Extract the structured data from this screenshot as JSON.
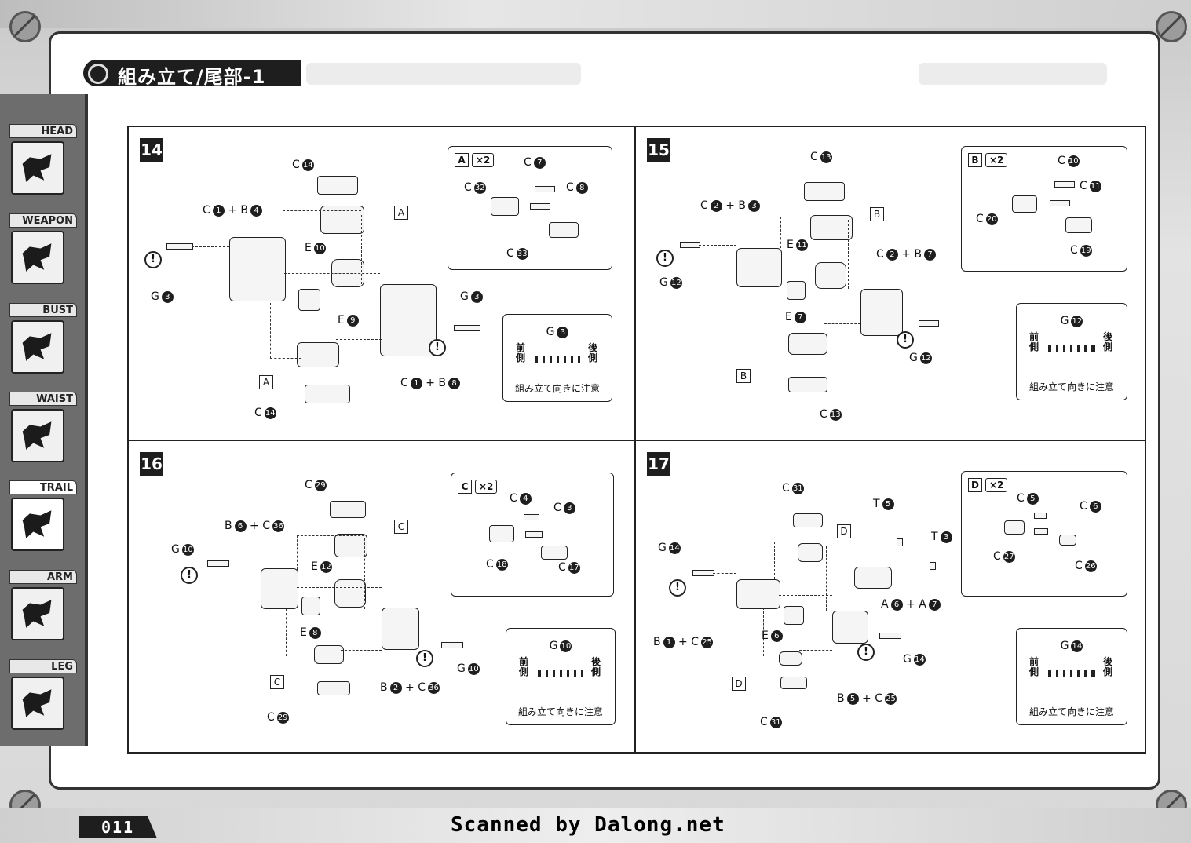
{
  "header": {
    "title": "組み立て/尾部-1"
  },
  "sidebar": {
    "tabs": [
      {
        "label": "HEAD"
      },
      {
        "label": "WEAPON"
      },
      {
        "label": "BUST"
      },
      {
        "label": "WAIST"
      },
      {
        "label": "TRAIL"
      },
      {
        "label": "ARM"
      },
      {
        "label": "LEG"
      }
    ],
    "active": "TRAIL"
  },
  "steps": [
    {
      "number": "14",
      "callouts": [
        {
          "letter": "C",
          "num": "14"
        },
        {
          "letter": "C",
          "num": "1",
          "plus_letter": "B",
          "plus_num": "4"
        },
        {
          "letter": "E",
          "num": "10"
        },
        {
          "letter": "G",
          "num": "3"
        },
        {
          "letter": "E",
          "num": "9"
        },
        {
          "letter": "G",
          "num": "3"
        },
        {
          "letter": "C",
          "num": "1",
          "plus_letter": "B",
          "plus_num": "8"
        },
        {
          "letter": "C",
          "num": "14"
        }
      ],
      "tags": [
        "A",
        "A"
      ],
      "subassembly": {
        "letter": "A",
        "mult": "×2",
        "callouts": [
          {
            "letter": "C",
            "num": "7"
          },
          {
            "letter": "C",
            "num": "32"
          },
          {
            "letter": "C",
            "num": "8"
          },
          {
            "letter": "C",
            "num": "33"
          }
        ]
      },
      "note": {
        "gid_letter": "G",
        "gid_num": "3",
        "front": "前側",
        "back": "後側",
        "caption": "組み立て向きに注意"
      }
    },
    {
      "number": "15",
      "callouts": [
        {
          "letter": "C",
          "num": "13"
        },
        {
          "letter": "C",
          "num": "2",
          "plus_letter": "B",
          "plus_num": "3"
        },
        {
          "letter": "E",
          "num": "11"
        },
        {
          "letter": "C",
          "num": "2",
          "plus_letter": "B",
          "plus_num": "7"
        },
        {
          "letter": "G",
          "num": "12"
        },
        {
          "letter": "E",
          "num": "7"
        },
        {
          "letter": "G",
          "num": "12"
        },
        {
          "letter": "C",
          "num": "13"
        }
      ],
      "tags": [
        "B",
        "B"
      ],
      "subassembly": {
        "letter": "B",
        "mult": "×2",
        "callouts": [
          {
            "letter": "C",
            "num": "10"
          },
          {
            "letter": "C",
            "num": "11"
          },
          {
            "letter": "C",
            "num": "20"
          },
          {
            "letter": "C",
            "num": "19"
          }
        ]
      },
      "note": {
        "gid_letter": "G",
        "gid_num": "12",
        "front": "前側",
        "back": "後側",
        "caption": "組み立て向きに注意"
      }
    },
    {
      "number": "16",
      "callouts": [
        {
          "letter": "C",
          "num": "29"
        },
        {
          "letter": "B",
          "num": "6",
          "plus_letter": "C",
          "plus_num": "36"
        },
        {
          "letter": "G",
          "num": "10"
        },
        {
          "letter": "E",
          "num": "12"
        },
        {
          "letter": "E",
          "num": "8"
        },
        {
          "letter": "G",
          "num": "10"
        },
        {
          "letter": "B",
          "num": "2",
          "plus_letter": "C",
          "plus_num": "36"
        },
        {
          "letter": "C",
          "num": "29"
        }
      ],
      "tags": [
        "C",
        "C"
      ],
      "subassembly": {
        "letter": "C",
        "mult": "×2",
        "callouts": [
          {
            "letter": "C",
            "num": "4"
          },
          {
            "letter": "C",
            "num": "3"
          },
          {
            "letter": "C",
            "num": "18"
          },
          {
            "letter": "C",
            "num": "17"
          }
        ]
      },
      "note": {
        "gid_letter": "G",
        "gid_num": "10",
        "front": "前側",
        "back": "後側",
        "caption": "組み立て向きに注意"
      }
    },
    {
      "number": "17",
      "callouts": [
        {
          "letter": "C",
          "num": "31"
        },
        {
          "letter": "T",
          "num": "5"
        },
        {
          "letter": "T",
          "num": "3"
        },
        {
          "letter": "G",
          "num": "14"
        },
        {
          "letter": "A",
          "num": "6",
          "plus_letter": "A",
          "plus_num": "7"
        },
        {
          "letter": "E",
          "num": "6"
        },
        {
          "letter": "B",
          "num": "1",
          "plus_letter": "C",
          "plus_num": "25"
        },
        {
          "letter": "G",
          "num": "14"
        },
        {
          "letter": "B",
          "num": "5",
          "plus_letter": "C",
          "plus_num": "25"
        },
        {
          "letter": "C",
          "num": "31"
        }
      ],
      "tags": [
        "D",
        "D"
      ],
      "subassembly": {
        "letter": "D",
        "mult": "×2",
        "callouts": [
          {
            "letter": "C",
            "num": "5"
          },
          {
            "letter": "C",
            "num": "6"
          },
          {
            "letter": "C",
            "num": "27"
          },
          {
            "letter": "C",
            "num": "26"
          }
        ]
      },
      "note": {
        "gid_letter": "G",
        "gid_num": "14",
        "front": "前側",
        "back": "後側",
        "caption": "組み立て向きに注意"
      }
    }
  ],
  "warning_symbol": "!",
  "footer": {
    "page_number": "011",
    "watermark": "Scanned by Dalong.net"
  }
}
